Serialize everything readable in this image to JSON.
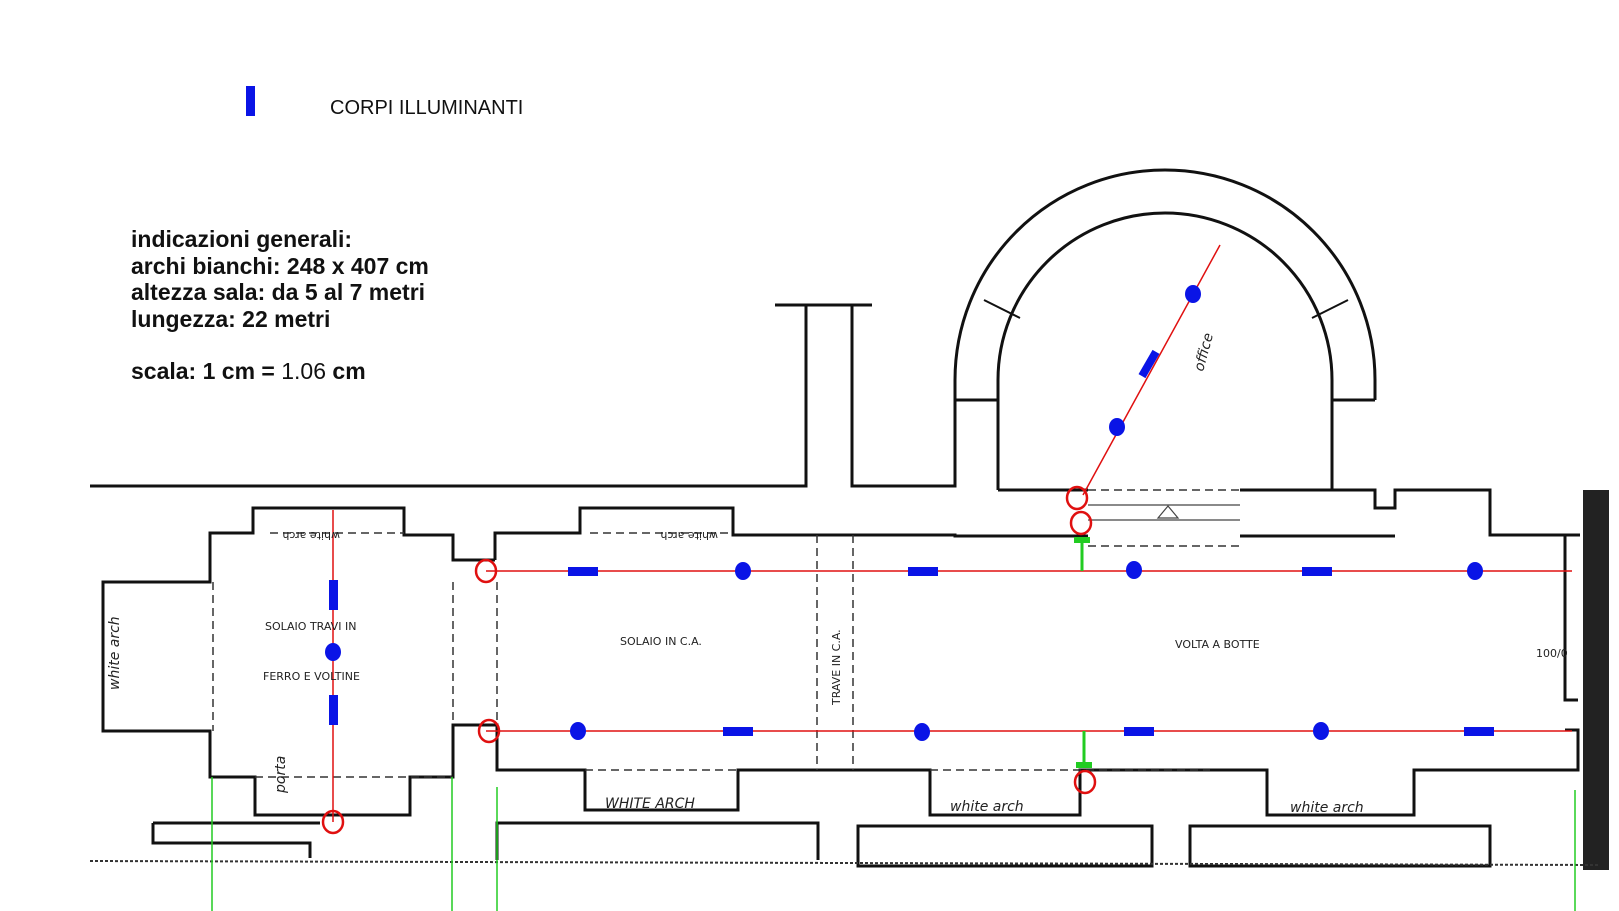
{
  "legend": {
    "label": "CORPI ILLUMINANTI",
    "symbol_color": "#0a14e6"
  },
  "notes": {
    "title": "indicazioni generali:",
    "archi": "archi bianchi:  248 x 407 cm",
    "altezza": "altezza sala:  da 5 al 7 metri",
    "lunghezza": "lungezza:  22 metri",
    "scala_label": "scala:  1 cm =",
    "scala_value": "1.06",
    "scala_unit": "cm"
  },
  "rooms": {
    "left": "SOLAIO TRAVI IN",
    "left2": "FERRO E VOLTINE",
    "middle": "SOLAIO IN C.A.",
    "beam": "TRAVE IN C.A.",
    "main": "VOLTA A BOTTE",
    "office": "office",
    "white_arch_left": "white arch",
    "white_arch_bottom1": "WHITE ARCH",
    "white_arch_bottom2": "white arch",
    "white_arch_bottom3": "white arch",
    "white_arch_top1": "white arch",
    "white_arch_top2": "white arch",
    "porta": "porta",
    "door_mark": "100/0"
  },
  "colors": {
    "wall": "#111111",
    "wire": "#e01010",
    "light": "#0a14e6",
    "socket": "#e01010",
    "guide": "#22cc22"
  }
}
